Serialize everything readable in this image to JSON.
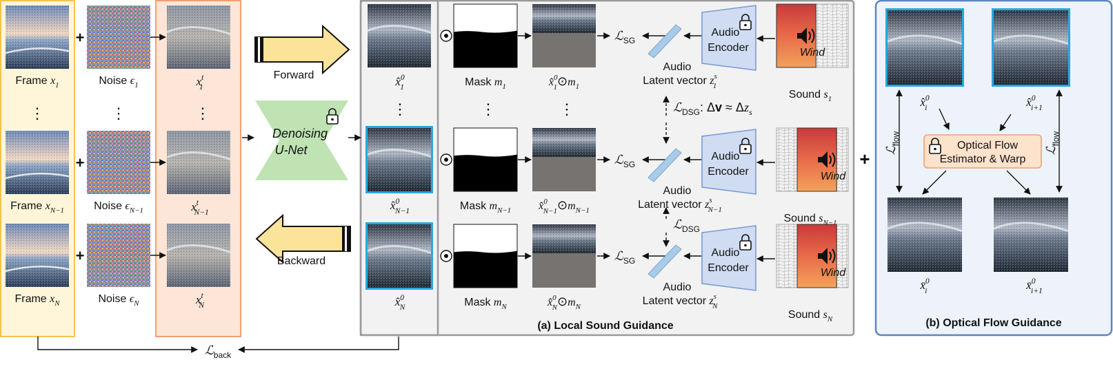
{
  "colors": {
    "frames_fill": "#fff6d9",
    "frames_stroke": "#f3c44a",
    "noisy_fill": "#fde6d8",
    "noisy_stroke": "#f0a070",
    "panel_a_fill": "#f2f2f2",
    "panel_a_stroke": "#9a9a9a",
    "panel_b_fill": "#eef3fb",
    "panel_b_stroke": "#5b86c0",
    "arrow_fill": "#fbe39a",
    "unet_fill": "#bfe3b3",
    "encoder_fill": "#cfdcf2",
    "encoder_stroke": "#7b9bd0",
    "highlight": "#2aa6e0",
    "flow_fill": "#fde2cc",
    "flow_stroke": "#f0a070",
    "spectrogram_top": "#d03a3a",
    "spectrogram_bottom": "#f29a55"
  },
  "inputs": {
    "frames": [
      {
        "pre": "Frame ",
        "var": "x",
        "sub": "1"
      },
      {
        "pre": "Frame ",
        "var": "x",
        "sub": "N−1"
      },
      {
        "pre": "Frame ",
        "var": "x",
        "sub": "N"
      }
    ],
    "noises": [
      {
        "pre": "Noise ",
        "var": "ϵ",
        "sub": "1"
      },
      {
        "pre": "Noise ",
        "var": "ϵ",
        "sub": "N−1"
      },
      {
        "pre": "Noise ",
        "var": "ϵ",
        "sub": "N"
      }
    ],
    "noisy": [
      {
        "var": "x",
        "sup": "t",
        "sub": "1"
      },
      {
        "var": "x",
        "sup": "t",
        "sub": "N−1"
      },
      {
        "var": "x",
        "sup": "t",
        "sub": "N"
      }
    ],
    "plus": "+",
    "vdots": "⋮"
  },
  "center": {
    "forward_label": "Forward",
    "backward_label": "Backward",
    "unet_line1": "Denoising",
    "unet_line2": "U-Net",
    "lock_icon": "lock-icon"
  },
  "panel_a": {
    "title": "(a) Local Sound Guidance",
    "odot": "⊙",
    "preds": [
      {
        "var": "x̂",
        "sup": "0",
        "sub": "1"
      },
      {
        "var": "x̂",
        "sup": "0",
        "sub": "N−1"
      },
      {
        "var": "x̂",
        "sup": "0",
        "sub": "N"
      }
    ],
    "masks": [
      {
        "pre": "Mask ",
        "var": "m",
        "sub": "1"
      },
      {
        "pre": "Mask ",
        "var": "m",
        "sub": "N−1"
      },
      {
        "pre": "Mask ",
        "var": "m",
        "sub": "N"
      }
    ],
    "masked": [
      {
        "var": "x̂",
        "sup": "0",
        "sub": "1",
        "mvar": "m",
        "msub": "1"
      },
      {
        "var": "x̂",
        "sup": "0",
        "sub": "N−1",
        "mvar": "m",
        "msub": "N−1"
      },
      {
        "var": "x̂",
        "sup": "0",
        "sub": "N",
        "mvar": "m",
        "msub": "N"
      }
    ],
    "loss_sg": {
      "main": "ℒ",
      "sub": "SG"
    },
    "audio_label": "Audio",
    "latents": [
      {
        "pre": "Latent vector ",
        "var": "z",
        "sup": "s",
        "sub": "1"
      },
      {
        "pre": "Latent vector ",
        "var": "z",
        "sup": "s",
        "sub": "N−1"
      },
      {
        "pre": "Latent vector ",
        "var": "z",
        "sup": "s",
        "sub": "N"
      }
    ],
    "encoder_line1": "Audio",
    "encoder_line2": "Encoder",
    "wind_label": "Wind",
    "speaker_icon": "speaker-icon",
    "sounds": [
      {
        "pre": "Sound ",
        "var": "s",
        "sub": "1"
      },
      {
        "pre": "Sound ",
        "var": "s",
        "sub": "N−1"
      },
      {
        "pre": "Sound ",
        "var": "s",
        "sub": "N"
      }
    ],
    "dsg_main": "ℒ",
    "dsg_sub": "DSG",
    "dsg_rel": ": Δ",
    "dsg_v": "v",
    "dsg_approx": " ≈ Δ",
    "dsg_z": "z",
    "dsg_zsub": "s"
  },
  "panel_b": {
    "title": "(b) Optical Flow Guidance",
    "plus": "+",
    "flow_line1": "Optical Flow",
    "flow_line2": "Estimator & Warp",
    "loss_flow": {
      "main": "ℒ",
      "sub": "flow"
    },
    "top_labels": [
      {
        "var": "x̂",
        "sup": "0",
        "sub": "i"
      },
      {
        "var": "x̂",
        "sup": "0",
        "sub": "i+1"
      }
    ],
    "bottom_labels": [
      {
        "var": "x̄",
        "sup": "0",
        "sub": "i"
      },
      {
        "var": "x̄",
        "sup": "0",
        "sub": "i+1"
      }
    ]
  },
  "loss_back": {
    "main": "ℒ",
    "sub": "back"
  }
}
